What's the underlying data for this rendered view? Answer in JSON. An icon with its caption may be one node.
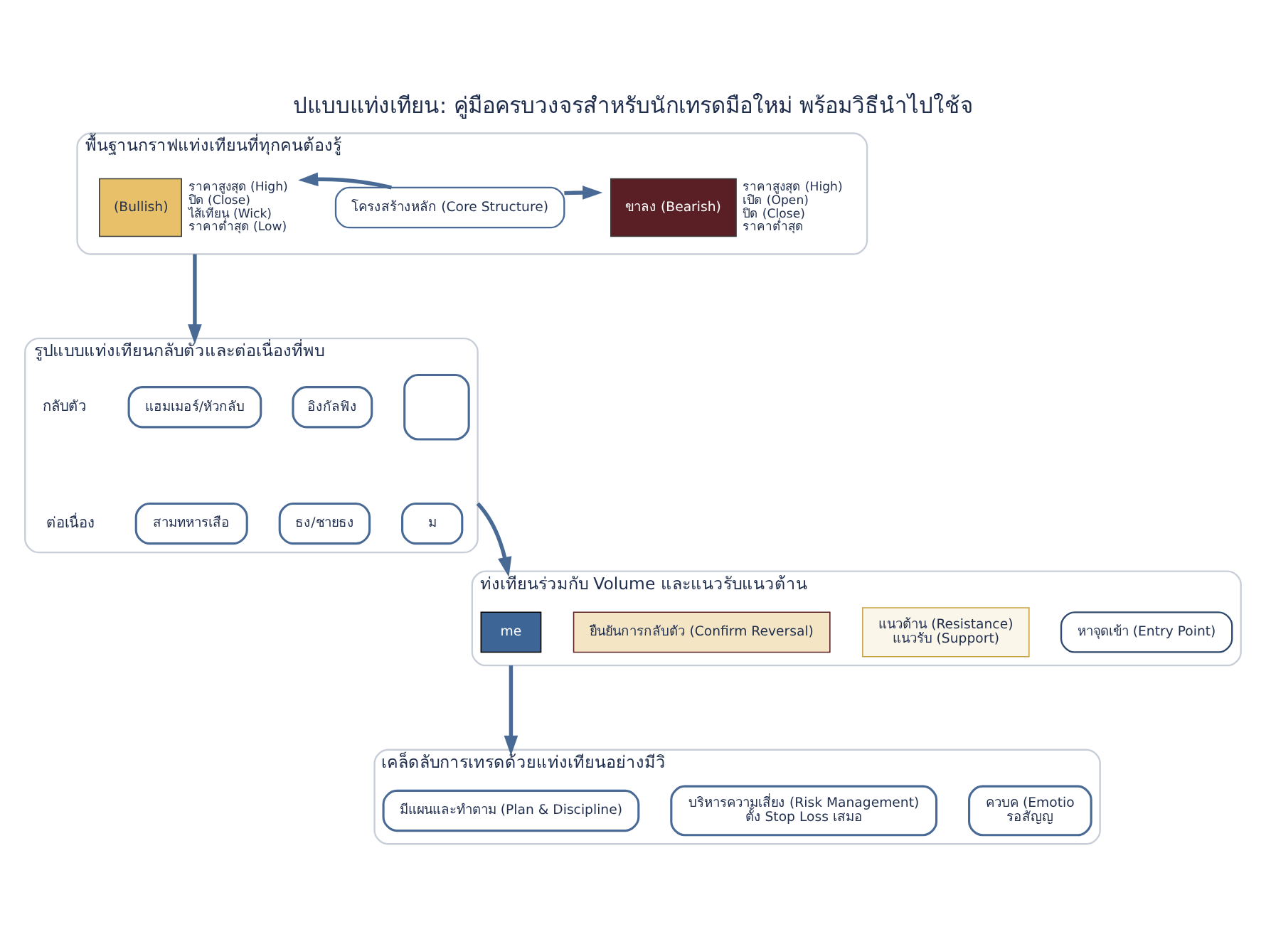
{
  "diagram": {
    "title": "ปแบบแท่งเทียน: คู่มือครบวงจรสำหรับนักเทรดมือใหม่ พร้อมวิธีนำไปใช้จ",
    "nodes": [
      {
        "text": [
          "พื้นฐานกราฟแท่งเทียนที่ทุกคนต้องรู้"
        ]
      },
      {
        "text": [
          "(Bullish)"
        ],
        "in": 0,
        "beside": [
          "ราคาสูงสุด (High)",
          "ปิด (Close)",
          "ไส้เทียน (Wick)",
          "ราคาต่ำสุด (Low)"
        ]
      },
      {
        "text": [
          "โครงสร้างหลัก (Core Structure)"
        ],
        "in": 0
      },
      {
        "text": [
          "ขาลง (Bearish)"
        ],
        "in": 0,
        "beside": [
          "ราคาสูงสุด (High)",
          "เปิด (Open)",
          "ปิด (Close)",
          "ราคาต่ำสุด"
        ]
      },
      {
        "text": [
          "รูปแบบแท่งเทียนกลับตัวและต่อเนื่องที่พบ"
        ]
      },
      {
        "text": [
          "แฮมเมอร์/หัวกลับ"
        ],
        "in": 4
      },
      {
        "text": [
          "อิงกัลฟิง"
        ],
        "in": 4
      },
      {
        "text": [],
        "shape": "box",
        "in": 4
      },
      {
        "text": [
          "สามทหารเสือ"
        ],
        "in": 4
      },
      {
        "text": [
          "ธง/ชายธง"
        ],
        "in": 4
      },
      {
        "text": [
          "ม"
        ],
        "in": 4
      },
      {
        "text": [
          "ท่งเทียนร่วมกับ Volume และแนวรับแนวต้าน"
        ]
      },
      {
        "text": [
          "me"
        ],
        "in": 11
      },
      {
        "text": [
          "ยืนยันการกลับตัว (Confirm Reversal)"
        ],
        "in": 11
      },
      {
        "text": [
          "แนวต้าน (Resistance)",
          "แนวรับ (Support)"
        ],
        "in": 11
      },
      {
        "text": [
          "หาจุดเข้า (Entry Point)"
        ],
        "in": 11
      },
      {
        "text": [
          "เคล็ดลับการเทรดด้วยแท่งเทียนอย่างมีวิ"
        ]
      },
      {
        "text": [
          "มีแผนและทำตาม (Plan & Discipline)"
        ],
        "in": 16
      },
      {
        "text": [
          "บริหารความเสี่ยง (Risk Management)",
          "ตั้ง Stop Loss เสมอ"
        ],
        "in": 16
      },
      {
        "text": [
          "ควบค (Emotio",
          "รอสัญญ"
        ],
        "in": 16
      }
    ],
    "edges": [
      {
        "from": 2,
        "to": 1,
        "arrow": "to"
      },
      {
        "from": 2,
        "to": 3,
        "arrow": "to"
      },
      {
        "from": 0,
        "to": 4,
        "arrow": "to"
      },
      {
        "from": 4,
        "to": 11,
        "arrow": "to"
      },
      {
        "from": 11,
        "to": 16,
        "arrow": "to"
      }
    ],
    "labels": [
      "กลับตัว",
      "ต่อเนื่อง"
    ]
  }
}
